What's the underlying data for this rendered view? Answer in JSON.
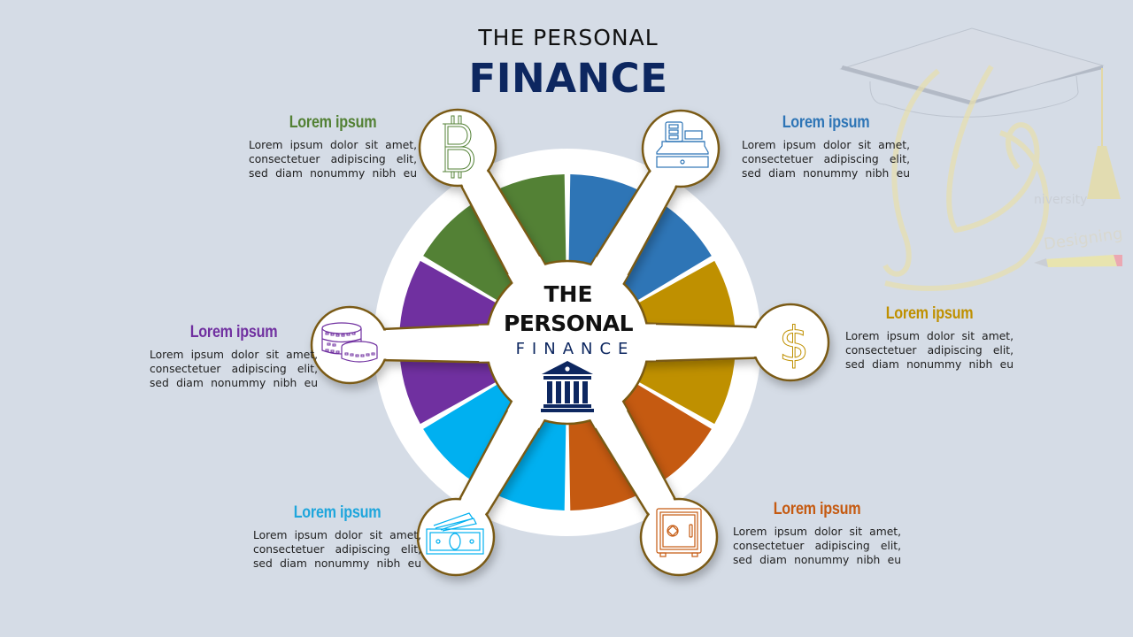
{
  "header": {
    "title_line1": "THE PERSONAL",
    "title_line2": "FINANCE"
  },
  "center": {
    "line1": "THE",
    "line2": "PERSONAL",
    "line3": "FINANCE",
    "icon": "bank-icon"
  },
  "colors": {
    "background": "#d5dce6",
    "navy": "#0d2760",
    "outline": "#7a5a12",
    "green": "#538135",
    "blue": "#2e75b6",
    "gold": "#bf9000",
    "orange": "#c55a11",
    "cyan": "#00b0f0",
    "purple": "#7030a0"
  },
  "items": [
    {
      "id": "bitcoin",
      "icon": "bitcoin-icon",
      "heading": "Lorem ipsum",
      "color": "#538135",
      "lines": [
        "Lorem ipsum dolor sit amet,",
        "consectetuer adipiscing elit,",
        "sed diam nonummy nibh eu"
      ]
    },
    {
      "id": "cash-register",
      "icon": "cash-register-icon",
      "heading": "Lorem ipsum",
      "color": "#2e75b6",
      "lines": [
        "Lorem ipsum dolor sit amet,",
        "consectetuer adipiscing elit,",
        "sed diam nonummy nibh eu"
      ]
    },
    {
      "id": "dollar",
      "icon": "dollar-icon",
      "heading": "Lorem ipsum",
      "color": "#bf9000",
      "lines": [
        "Lorem ipsum dolor sit amet,",
        "consectetuer adipiscing elit,",
        "sed diam nonummy nibh eu"
      ]
    },
    {
      "id": "safe",
      "icon": "safe-icon",
      "heading": "Lorem ipsum",
      "color": "#c55a11",
      "lines": [
        "Lorem ipsum dolor sit amet,",
        "consectetuer adipiscing elit,",
        "sed diam nonummy nibh eu"
      ]
    },
    {
      "id": "money",
      "icon": "money-icon",
      "heading": "Lorem ipsum",
      "color": "#00b0f0",
      "lines": [
        "Lorem ipsum dolor sit amet,",
        "consectetuer adipiscing elit,",
        "sed diam nonummy nibh eu"
      ]
    },
    {
      "id": "coins",
      "icon": "coins-icon",
      "heading": "Lorem ipsum",
      "color": "#7030a0",
      "lines": [
        "Lorem ipsum dolor sit amet,",
        "consectetuer adipiscing elit,",
        "sed diam nonummy nibh eu"
      ]
    }
  ],
  "watermark": {
    "logo": "graduation-cap-logo",
    "text1": "niversity",
    "text2": "Designing"
  }
}
